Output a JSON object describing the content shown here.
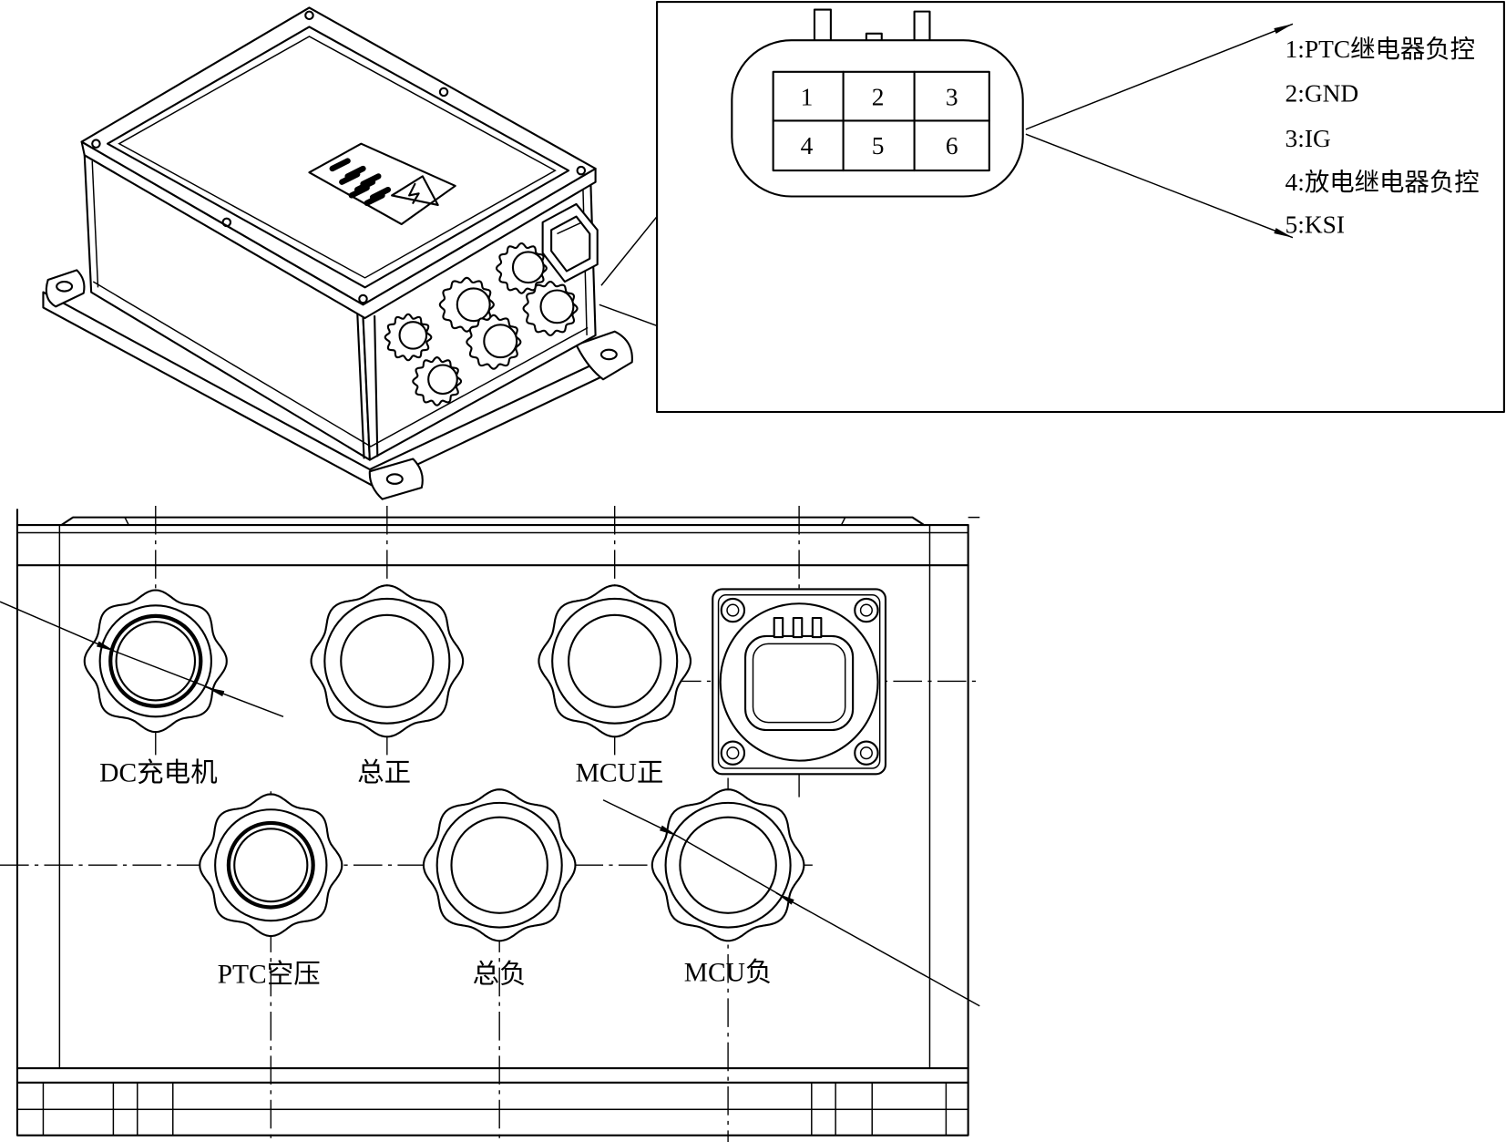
{
  "connector": {
    "pins": [
      "1",
      "2",
      "3",
      "4",
      "5",
      "6"
    ],
    "pin_functions": [
      "1:PTC继电器负控",
      "2:GND",
      "3:IG",
      "4:放电继电器负控",
      "5:KSI"
    ]
  },
  "front_view": {
    "ports_top": [
      "DC充电机",
      "总正",
      "MCU正"
    ],
    "ports_bottom": [
      "PTC空压",
      "总负",
      "MCU负"
    ]
  }
}
